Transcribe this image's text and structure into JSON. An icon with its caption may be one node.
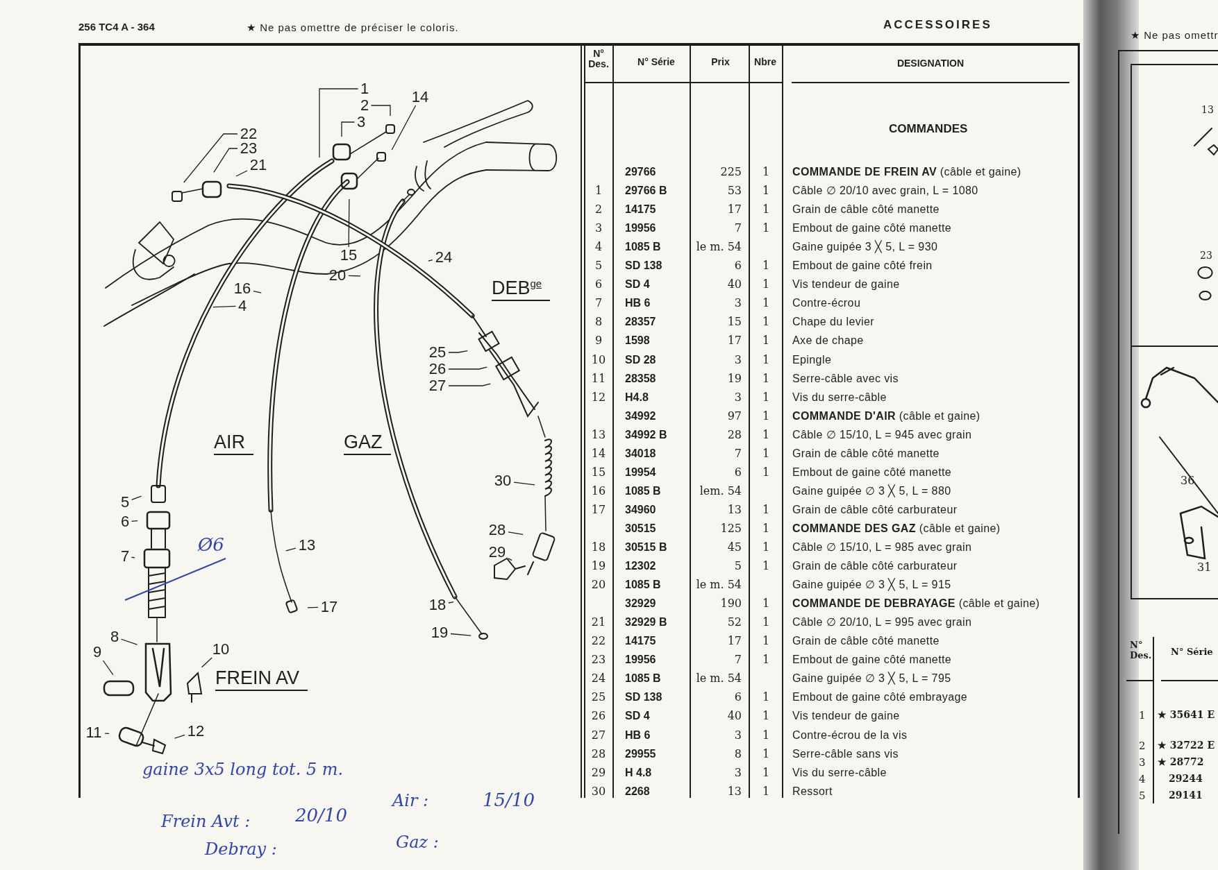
{
  "diagram": {
    "title": "ACCESSOIRES",
    "nodes": [
      {
        "text": [
          "1"
        ]
      },
      {
        "text": [
          "2"
        ]
      },
      {
        "text": [
          "3"
        ]
      },
      {
        "text": [
          "14"
        ]
      },
      {
        "text": [
          "22"
        ]
      },
      {
        "text": [
          "23"
        ]
      },
      {
        "text": [
          "21"
        ]
      },
      {
        "text": [
          "15"
        ]
      },
      {
        "text": [
          "20"
        ]
      },
      {
        "text": [
          "24"
        ]
      },
      {
        "text": [
          "16"
        ]
      },
      {
        "text": [
          "4"
        ]
      },
      {
        "text": [
          "25"
        ]
      },
      {
        "text": [
          "26"
        ]
      },
      {
        "text": [
          "27"
        ]
      },
      {
        "text": [
          "30"
        ]
      },
      {
        "text": [
          "28"
        ]
      },
      {
        "text": [
          "29"
        ]
      },
      {
        "text": [
          "5"
        ]
      },
      {
        "text": [
          "6"
        ]
      },
      {
        "text": [
          "7"
        ]
      },
      {
        "text": [
          "13"
        ]
      },
      {
        "text": [
          "17"
        ]
      },
      {
        "text": [
          "18"
        ]
      },
      {
        "text": [
          "19"
        ]
      },
      {
        "text": [
          "8"
        ]
      },
      {
        "text": [
          "9"
        ]
      },
      {
        "text": [
          "10"
        ]
      },
      {
        "text": [
          "11"
        ]
      },
      {
        "text": [
          "12"
        ]
      }
    ],
    "edges": [
      {
        "from": 0,
        "to": null,
        "arrow": "none"
      },
      {
        "from": 1,
        "to": null,
        "arrow": "none"
      },
      {
        "from": 2,
        "to": null,
        "arrow": "none"
      },
      {
        "from": 3,
        "to": null,
        "arrow": "none"
      },
      {
        "from": 4,
        "to": null,
        "arrow": "none"
      },
      {
        "from": 5,
        "to": null,
        "arrow": "none"
      },
      {
        "from": 6,
        "to": null,
        "arrow": "none"
      },
      {
        "from": 7,
        "to": null,
        "arrow": "none"
      },
      {
        "from": 8,
        "to": null,
        "arrow": "none"
      },
      {
        "from": 9,
        "to": null,
        "arrow": "none"
      },
      {
        "from": 10,
        "to": null,
        "arrow": "none"
      },
      {
        "from": 11,
        "to": null,
        "arrow": "none"
      },
      {
        "from": 12,
        "to": null,
        "arrow": "none"
      },
      {
        "from": 13,
        "to": null,
        "arrow": "none"
      },
      {
        "from": 14,
        "to": null,
        "arrow": "none"
      },
      {
        "from": 15,
        "to": null,
        "arrow": "none"
      },
      {
        "from": 16,
        "to": null,
        "arrow": "none"
      },
      {
        "from": 17,
        "to": null,
        "arrow": "none"
      },
      {
        "from": 18,
        "to": null,
        "arrow": "none"
      },
      {
        "from": 19,
        "to": null,
        "arrow": "none"
      },
      {
        "from": 20,
        "to": null,
        "arrow": "none"
      },
      {
        "from": 21,
        "to": null,
        "arrow": "none"
      },
      {
        "from": 22,
        "to": null,
        "arrow": "none"
      },
      {
        "from": 23,
        "to": null,
        "arrow": "none"
      },
      {
        "from": 24,
        "to": null,
        "arrow": "none"
      },
      {
        "from": 25,
        "to": null,
        "arrow": "none"
      },
      {
        "from": 26,
        "to": null,
        "arrow": "none"
      },
      {
        "from": 27,
        "to": null,
        "arrow": "none"
      },
      {
        "from": 28,
        "to": null,
        "arrow": "none"
      },
      {
        "from": 29,
        "to": null,
        "arrow": "none"
      }
    ],
    "labels": [
      "256 TC4 A - 364",
      "★ Ne pas omettre de préciser le coloris.",
      "★ Ne pas omettr",
      "N° Des.",
      "N° Série",
      "Prix",
      "Nbre",
      "DESIGNATION",
      "COMMANDES",
      "29766",
      "225",
      "1",
      "**COMMANDE DE FREIN AV** (câble et gaine)",
      "1",
      "29766 B",
      "53",
      "1",
      "Câble ∅ 20/10 avec grain, L = 1080",
      "2",
      "14175",
      "17",
      "1",
      "Grain de câble côté manette",
      "3",
      "19956",
      "7",
      "1",
      "Embout de gaine côté manette",
      "4",
      "1085 B",
      "le m. 54",
      "Gaine guipée 3 ╳ 5, L = 930",
      "5",
      "SD 138",
      "6",
      "1",
      "Embout de gaine côté frein",
      "6",
      "SD 4",
      "40",
      "1",
      "Vis tendeur de gaine",
      "7",
      "HB 6",
      "3",
      "1",
      "Contre-écrou",
      "8",
      "28357",
      "15",
      "1",
      "Chape du levier",
      "9",
      "1598",
      "17",
      "1",
      "Axe de chape",
      "10",
      "SD 28",
      "3",
      "1",
      "Epingle",
      "11",
      "28358",
      "19",
      "1",
      "Serre-câble avec vis",
      "12",
      "H4.8",
      "3",
      "1",
      "Vis du serre-câble",
      "34992",
      "97",
      "1",
      "**COMMANDE D'AIR** (câble et gaine)",
      "13",
      "34992 B",
      "28",
      "1",
      "Câble ∅ 15/10, L = 945 avec grain",
      "14",
      "34018",
      "7",
      "1",
      "Grain de câble côté manette",
      "15",
      "19954",
      "6",
      "1",
      "Embout de gaine côté manette",
      "16",
      "1085 B",
      "lem. 54",
      "Gaine guipée ∅ 3 ╳ 5, L = 880",
      "17",
      "34960",
      "13",
      "1",
      "Grain de câble côté carburateur",
      "30515",
      "125",
      "1",
      "**COMMANDE DES GAZ** (câble et gaine)",
      "18",
      "30515 B",
      "45",
      "1",
      "Câble ∅ 15/10, L = 985 avec grain",
      "19",
      "12302",
      "5",
      "1",
      "Grain de câble côté carburateur",
      "20",
      "1085 B",
      "le m. 54",
      "Gaine guipée ∅ 3 ╳ 5, L = 915",
      "32929",
      "190",
      "1",
      "**COMMANDE DE DEBRAYAGE** (câble et gaine)",
      "21",
      "32929 B",
      "52",
      "1",
      "Câble ∅ 20/10, L = 995 avec grain",
      "22",
      "14175",
      "17",
      "1",
      "Grain de câble côté manette",
      "23",
      "19956",
      "7",
      "1",
      "Embout de gaine côté manette",
      "24",
      "1085 B",
      "le m. 54",
      "Gaine guipée ∅ 3 ╳ 5, L = 795",
      "25",
      "SD 138",
      "6",
      "1",
      "Embout de gaine côté embrayage",
      "26",
      "SD 4",
      "40",
      "1",
      "Vis tendeur de gaine",
      "27",
      "HB 6",
      "3",
      "1",
      "Contre-écrou de la vis",
      "28",
      "29955",
      "8",
      "1",
      "Serre-câble sans vis",
      "29",
      "H 4.8",
      "3",
      "1",
      "Vis du serre-câble",
      "30",
      "2268",
      "13",
      "1",
      "Ressort",
      "DEB$^{ge}$",
      "AIR",
      "GAZ",
      "FREIN AV",
      "Ø6",
      "gaine 3x5 long tot. 5 m.",
      "Frein Avt :",
      "20/10",
      "Air :",
      "15/10",
      "Debray :",
      "Gaz :",
      "13",
      "23",
      "36",
      "31",
      "N° Des.",
      "N° Série",
      "1",
      "★ 35641 E",
      "2",
      "★ 32722 E",
      "3",
      "★ 28772",
      "4",
      "29244",
      "5",
      "29141"
    ]
  }
}
